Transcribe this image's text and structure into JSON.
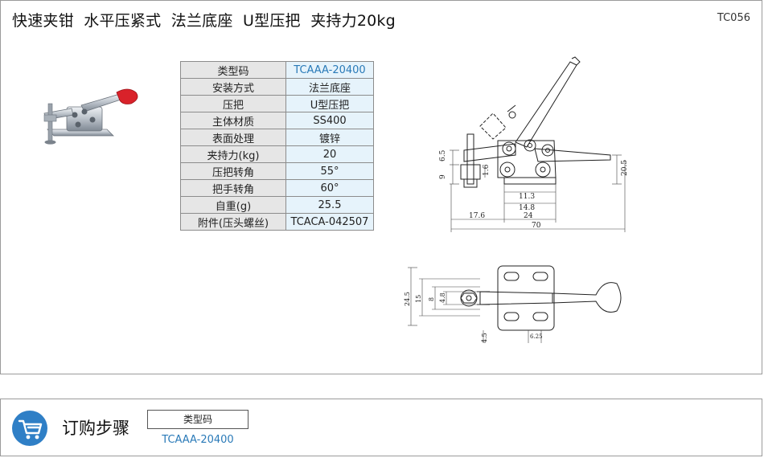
{
  "header": {
    "title": "快速夹钳  水平压紧式  法兰底座  U型压把  夹持力20kg",
    "code": "TC056"
  },
  "specs": [
    {
      "label": "类型码",
      "value": "TCAAA-20400"
    },
    {
      "label": "安装方式",
      "value": "法兰底座"
    },
    {
      "label": "压把",
      "value": "U型压把"
    },
    {
      "label": "主体材质",
      "value": "SS400"
    },
    {
      "label": "表面处理",
      "value": "镀锌"
    },
    {
      "label": "夹持力(kg)",
      "value": "20"
    },
    {
      "label": "压把转角",
      "value": "55°"
    },
    {
      "label": "把手转角",
      "value": "60°"
    },
    {
      "label": "自重(g)",
      "value": "25.5"
    },
    {
      "label": "附件(压头螺丝)",
      "value": "TCACA-042507"
    }
  ],
  "side_view": {
    "dims": [
      "6.5",
      "9",
      "1.6",
      "11.3",
      "14.8",
      "24",
      "17.6",
      "70",
      "20.5"
    ]
  },
  "top_view": {
    "dims": [
      "24.5",
      "15",
      "8",
      "4.8",
      "4.5",
      "6.25"
    ]
  },
  "order": {
    "title": "订购步骤",
    "field_label": "类型码",
    "field_value": "TCAAA-20400"
  },
  "colors": {
    "accent": "#2a7ab8",
    "cart_bg": "#2f7fc6",
    "table_key_bg": "#e6e6e6",
    "table_value_bg": "#e6f3fb",
    "handle_red": "#d9222a"
  }
}
